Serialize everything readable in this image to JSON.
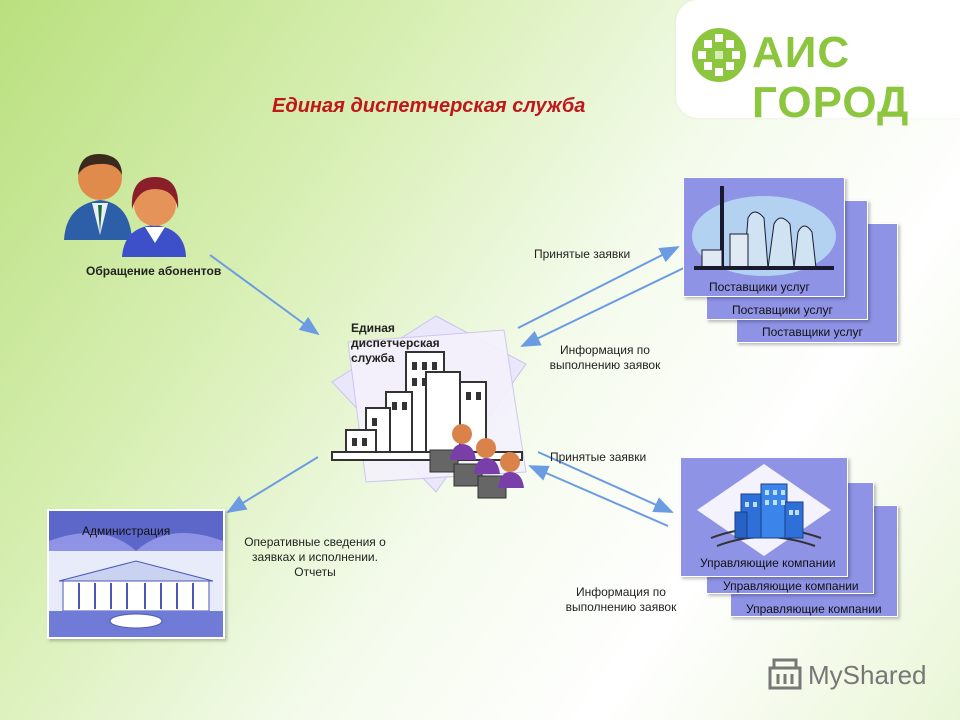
{
  "logo": {
    "text": "АИС ГОРОД"
  },
  "title": "Единая диспетчерская служба",
  "abonents": {
    "label": "Обращение абонентов"
  },
  "center": {
    "label": "Единая диспетчерская служба"
  },
  "suppliers": {
    "labels": [
      "Поставщики услуг",
      "Поставщики услуг",
      "Поставщики услуг"
    ]
  },
  "managers": {
    "labels": [
      "Управляющие компании",
      "Управляющие компании",
      "Управляющие компании"
    ]
  },
  "admin": {
    "label": "Администрация"
  },
  "arrows": {
    "accepted_top": "Принятые заявки",
    "info_top": "Информация по выполнению заявок",
    "accepted_bottom": "Принятые заявки",
    "info_bottom": "Информация по выполнению заявок",
    "operational": "Оперативные сведения о заявках и исполнении. Отчеты"
  },
  "watermark": {
    "text": "MyShared"
  },
  "colors": {
    "title": "#c0161c",
    "logo": "#8cc63f",
    "arrow": "#6b9be0",
    "card": "#8f93e6"
  }
}
